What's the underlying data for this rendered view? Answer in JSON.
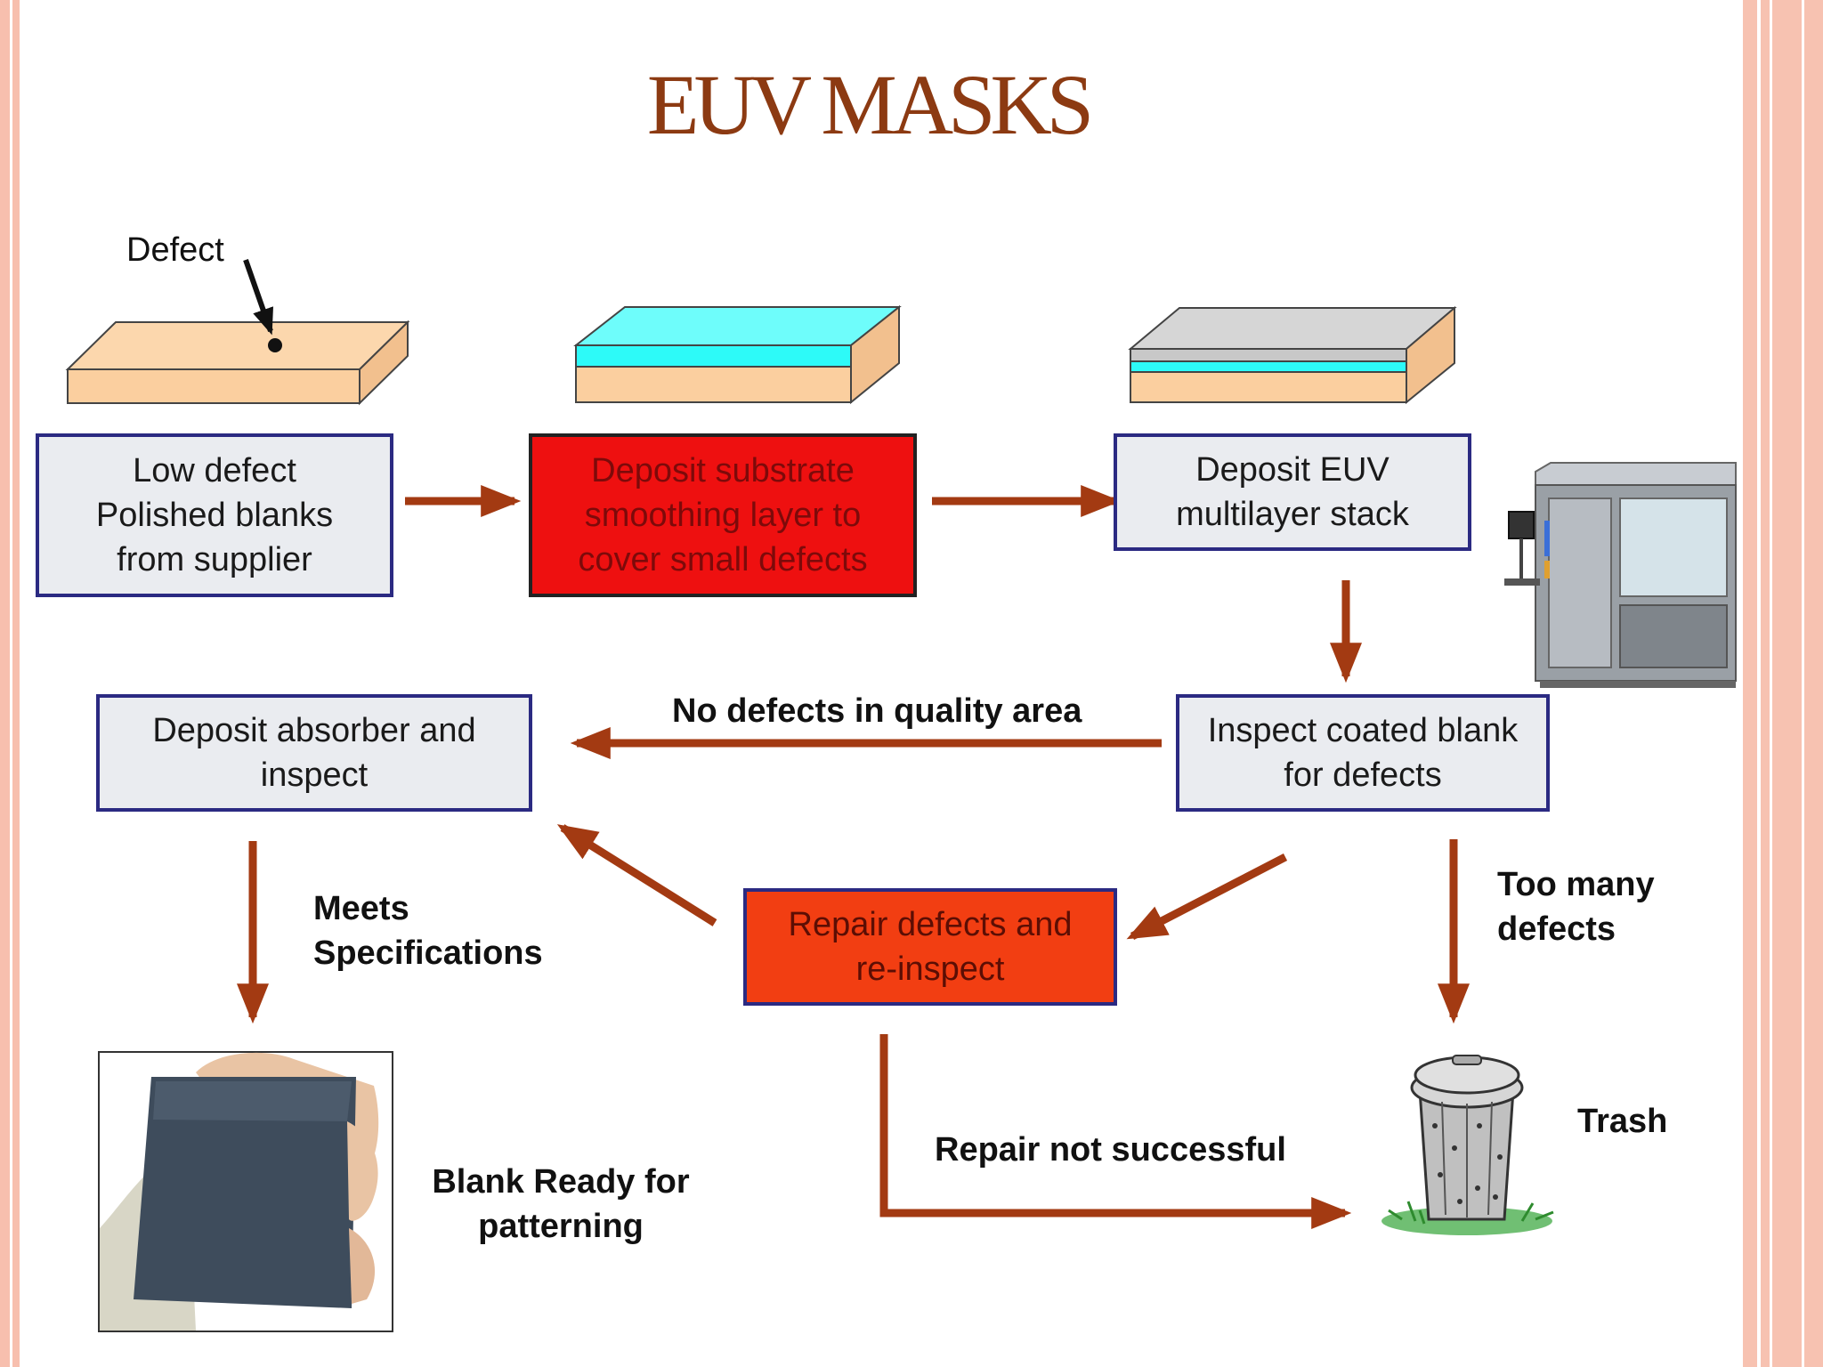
{
  "title": "EUV MASKS",
  "defect_label": "Defect",
  "boxes": {
    "low_defect": "Low defect\nPolished blanks\nfrom supplier",
    "smoothing": "Deposit substrate\nsmoothing layer to\ncover small defects",
    "multilayer": "Deposit EUV\nmultilayer stack",
    "inspect": "Inspect coated blank\nfor defects",
    "absorber": "Deposit absorber and\ninspect",
    "repair": "Repair defects and\nre-inspect"
  },
  "labels": {
    "no_defects": "No defects in quality area",
    "meets_specs": "Meets\nSpecifications",
    "too_many": "Too many\ndefects",
    "trash": "Trash",
    "repair_fail": "Repair not successful",
    "ready": "Blank Ready for\npatterning"
  },
  "colors": {
    "arrow": "#a33a12",
    "title": "#8c3a12",
    "box_border": "#2b2a82",
    "box_fill": "#eaecf0",
    "substrate": "#fbcf9f",
    "smoothing_layer": "#2dfaf8",
    "multilayer_top": "#c8c8c8"
  },
  "icons": [
    "inspection-tool-icon",
    "trash-can-icon",
    "mask-blank-photo-icon"
  ]
}
